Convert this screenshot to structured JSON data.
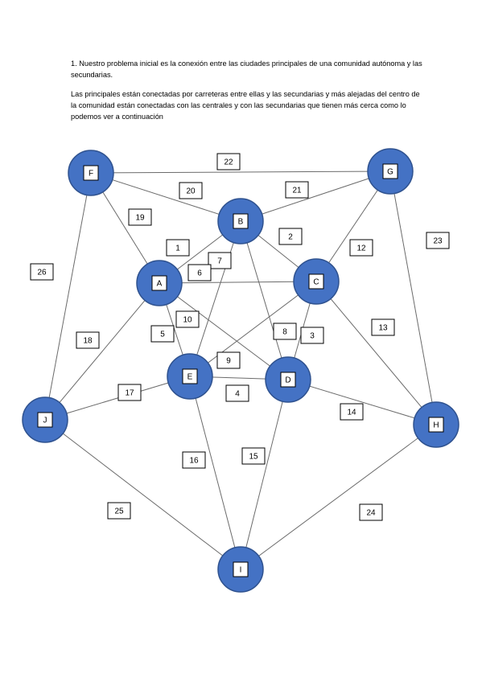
{
  "intro": {
    "paragraph1": "1.  Nuestro problema inicial es la conexión entre las ciudades principales de una comunidad autónoma y las secundarias.",
    "paragraph2": "Las principales están conectadas por carreteras entre ellas y las secundarias y más alejadas del centro de la comunidad están conectadas con las centrales y con las secundarias que tienen más cerca como lo podemos ver a continuación"
  },
  "graph": {
    "colors": {
      "node_fill": "#4472c4",
      "node_stroke": "#2f528f",
      "edge": "#6b6b6b"
    },
    "nodes": [
      {
        "id": "F",
        "label": "F"
      },
      {
        "id": "G",
        "label": "G"
      },
      {
        "id": "B",
        "label": "B"
      },
      {
        "id": "A",
        "label": "A"
      },
      {
        "id": "C",
        "label": "C"
      },
      {
        "id": "E",
        "label": "E"
      },
      {
        "id": "D",
        "label": "D"
      },
      {
        "id": "J",
        "label": "J"
      },
      {
        "id": "H",
        "label": "H"
      },
      {
        "id": "I",
        "label": "I"
      }
    ],
    "edges": [
      {
        "from": "F",
        "to": "G"
      },
      {
        "from": "F",
        "to": "B"
      },
      {
        "from": "F",
        "to": "A"
      },
      {
        "from": "F",
        "to": "J"
      },
      {
        "from": "G",
        "to": "B"
      },
      {
        "from": "G",
        "to": "C"
      },
      {
        "from": "G",
        "to": "H"
      },
      {
        "from": "B",
        "to": "A"
      },
      {
        "from": "B",
        "to": "C"
      },
      {
        "from": "B",
        "to": "E"
      },
      {
        "from": "B",
        "to": "D"
      },
      {
        "from": "A",
        "to": "C"
      },
      {
        "from": "A",
        "to": "E"
      },
      {
        "from": "A",
        "to": "D"
      },
      {
        "from": "A",
        "to": "J"
      },
      {
        "from": "C",
        "to": "E"
      },
      {
        "from": "C",
        "to": "D"
      },
      {
        "from": "C",
        "to": "H"
      },
      {
        "from": "E",
        "to": "D"
      },
      {
        "from": "E",
        "to": "J"
      },
      {
        "from": "E",
        "to": "I"
      },
      {
        "from": "D",
        "to": "H"
      },
      {
        "from": "D",
        "to": "I"
      },
      {
        "from": "J",
        "to": "I"
      },
      {
        "from": "H",
        "to": "I"
      }
    ],
    "weights": [
      "22",
      "20",
      "21",
      "19",
      "2",
      "1",
      "7",
      "12",
      "23",
      "6",
      "26",
      "10",
      "8",
      "3",
      "13",
      "5",
      "18",
      "9",
      "4",
      "17",
      "14",
      "16",
      "15",
      "25",
      "24"
    ]
  }
}
